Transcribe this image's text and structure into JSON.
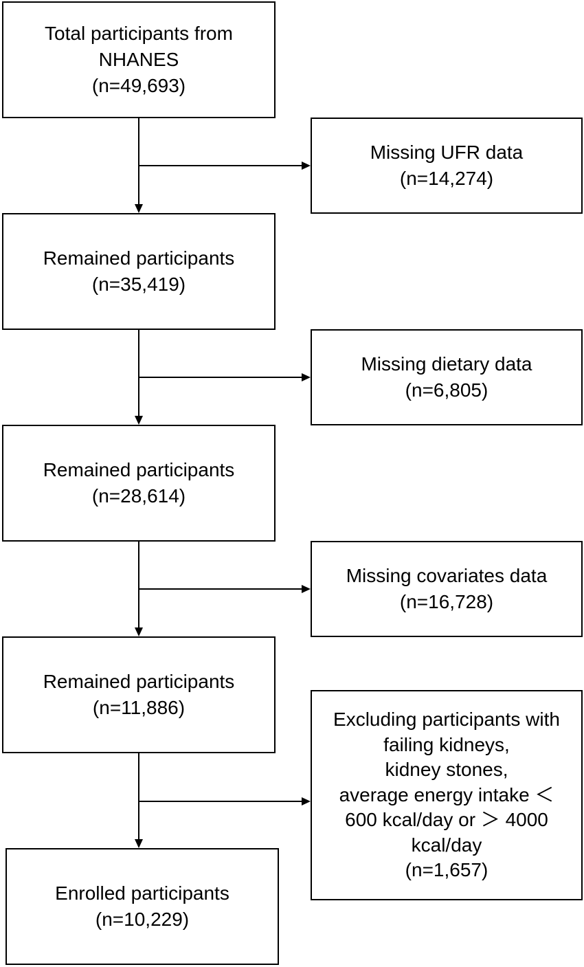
{
  "main_boxes": [
    {
      "lines": [
        "Total participants from",
        "NHANES",
        "(n=49,693)"
      ]
    },
    {
      "lines": [
        "Remained participants",
        "(n=35,419)"
      ]
    },
    {
      "lines": [
        "Remained participants",
        "(n=28,614)"
      ]
    },
    {
      "lines": [
        "Remained participants",
        "(n=11,886)"
      ]
    },
    {
      "lines": [
        "Enrolled participants",
        "(n=10,229)"
      ]
    }
  ],
  "exclusion_boxes": [
    {
      "lines": [
        "Missing UFR data",
        "(n=14,274)"
      ]
    },
    {
      "lines": [
        "Missing dietary data",
        "(n=6,805)"
      ]
    },
    {
      "lines": [
        "Missing covariates data",
        "(n=16,728)"
      ]
    },
    {
      "lines": [
        "Excluding participants with",
        "failing kidneys,",
        "kidney stones,",
        "average energy intake ＜",
        "600 kcal/day or ＞ 4000",
        "kcal/day",
        "(n=1,657)"
      ]
    }
  ]
}
